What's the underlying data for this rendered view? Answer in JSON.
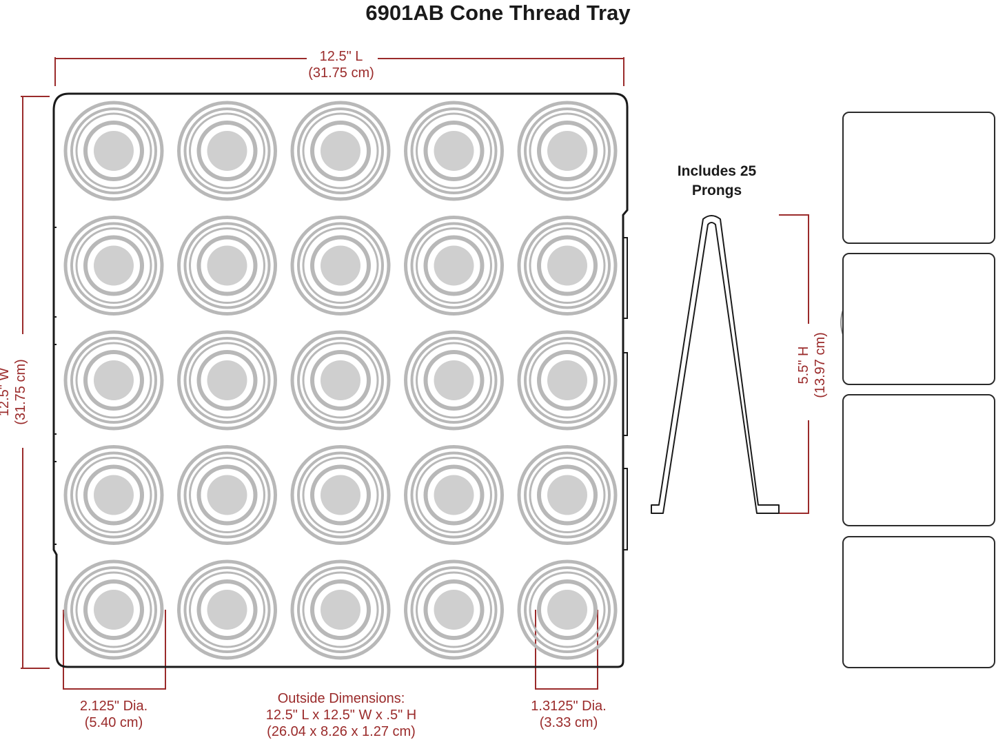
{
  "title": "6901AB Cone Thread Tray",
  "dimensions": {
    "length": {
      "line1": "12.5\" L",
      "line2": "(31.75 cm)"
    },
    "width": {
      "line1": "12.5\" W",
      "line2": "(31.75 cm)"
    },
    "prong_height": {
      "line1": "5.5\" H",
      "line2": "(13.97 cm)"
    },
    "outer_dia": {
      "line1": "2.125\" Dia.",
      "line2": "(5.40 cm)"
    },
    "inner_dia": {
      "line1": "1.3125\" Dia.",
      "line2": "(3.33 cm)"
    },
    "outside": {
      "line1": "Outside Dimensions:",
      "line2": "12.5\" L x 12.5\" W x .5\" H",
      "line3": "(26.04 x 8.26 x 1.27 cm)"
    }
  },
  "prongs_label": {
    "line1": "Includes 25",
    "line2": "Prongs"
  },
  "tray": {
    "rows": 5,
    "cols": 5
  },
  "colors": {
    "dimension": "#9a2a2a",
    "ring": "#b8b8b8",
    "center": "#cfcfcf",
    "outline": "#1a1a1a"
  },
  "steps": [
    "step-1-hold-prong",
    "step-2-insert-prong",
    "step-3-prong-seated",
    "step-4-press-down"
  ]
}
